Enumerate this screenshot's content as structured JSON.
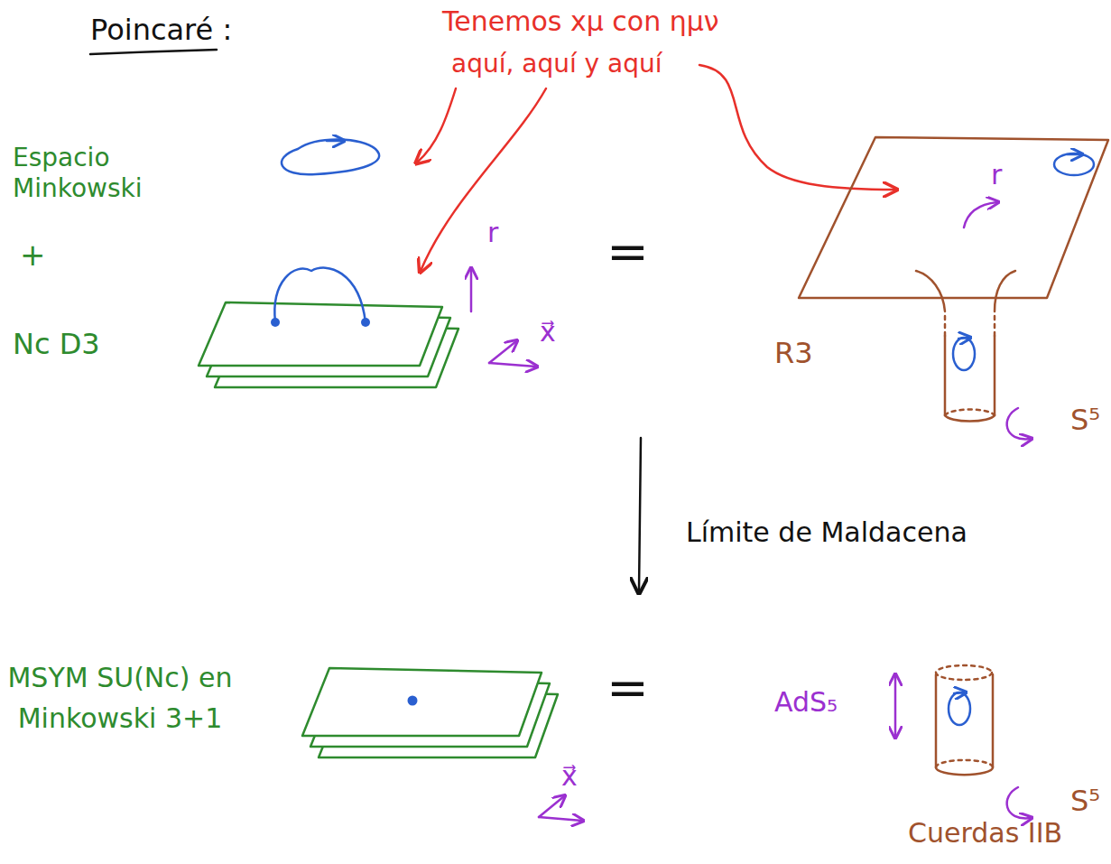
{
  "diagram": {
    "title": "Poincaré :",
    "labels": [
      "Tenemos xμ con ημν",
      "aquí, aquí y aquí",
      "Espacio Minkowski",
      "+",
      "Nc D3",
      "r",
      "x⃗",
      "=",
      "r",
      "R3",
      "S⁵",
      "Límite de Maldacena",
      "MSYM SU(Nc) en Minkowski 3+1",
      "=",
      "x⃗",
      "AdS₅",
      "S⁵",
      "Cuerdas IIB"
    ]
  }
}
